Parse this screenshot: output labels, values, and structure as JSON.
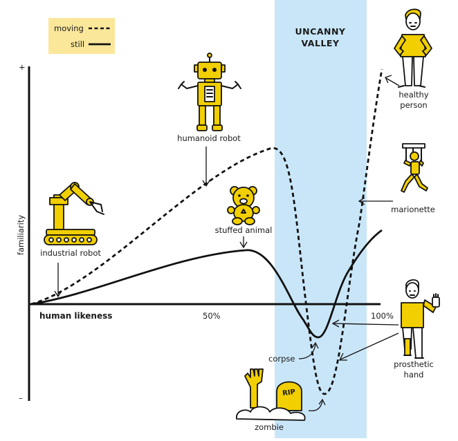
{
  "colors": {
    "valley": "#c9e6f8",
    "accent": "#f2cf00",
    "ink": "#111111"
  },
  "legend": {
    "moving": "moving",
    "still": "still"
  },
  "valley_label": {
    "line1": "UNCANNY",
    "line2": "VALLEY"
  },
  "axes": {
    "y_label": "familiarity",
    "y_plus": "+",
    "y_minus": "–",
    "x_label": "human likeness",
    "x_mid": "50%",
    "x_end": "100%"
  },
  "labels": {
    "humanoid_robot": "humanoid robot",
    "industrial_robot": "industrial robot",
    "stuffed_animal": "stuffed animal",
    "healthy_person_1": "healthy",
    "healthy_person_2": "person",
    "marionette": "marionette",
    "prosthetic_1": "prosthetic",
    "prosthetic_2": "hand",
    "corpse": "corpse",
    "zombie": "zombie",
    "rip": "RIP"
  }
}
